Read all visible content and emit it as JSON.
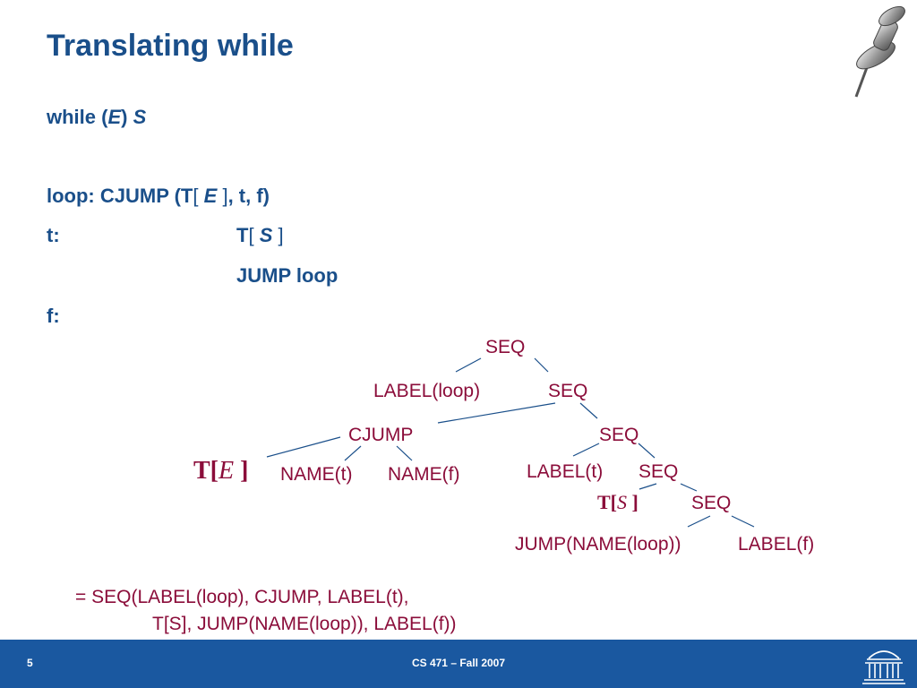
{
  "title": "Translating while",
  "header_line": {
    "kw": "while (",
    "e": "E",
    "close": ")",
    "s": "S"
  },
  "code": {
    "loop_label": "loop: CJUMP (",
    "loop_T": "T",
    "loop_lb": "[",
    "loop_E": "E",
    "loop_rb": "]",
    "loop_rest": ", t, f)",
    "t_label": "t:",
    "t_T": "T",
    "t_lb": "[",
    "t_S": "S",
    "t_rb": "]",
    "jump": "JUMP loop",
    "f_label": "f:"
  },
  "tree": {
    "seq1": "SEQ",
    "label_loop": "LABEL(loop)",
    "seq2": "SEQ",
    "cjump": "CJUMP",
    "seq3": "SEQ",
    "te_T": "T[",
    "te_E": "E",
    "te_rb": "]",
    "name_t": "NAME(t)",
    "name_f": "NAME(f)",
    "label_t": "LABEL(t)",
    "seq4": "SEQ",
    "ts_T": "T[",
    "ts_S": "S",
    "ts_rb": "]",
    "seq5": "SEQ",
    "jump_name": "JUMP(NAME(loop))",
    "label_f": "LABEL(f)"
  },
  "formula": {
    "line1": "= SEQ(LABEL(loop), CJUMP, LABEL(t),",
    "line2": "T[S], JUMP(NAME(loop)), LABEL(f))"
  },
  "footer": {
    "slide_number": "5",
    "course": "CS 471 – Fall 2007"
  },
  "colors": {
    "accent_blue": "#1a4f8a",
    "tree_color": "#8b0d3a",
    "footer_bg": "#1a58a0"
  },
  "icons": {
    "pin": "push-pin-icon",
    "logo": "rotunda-logo-icon"
  }
}
